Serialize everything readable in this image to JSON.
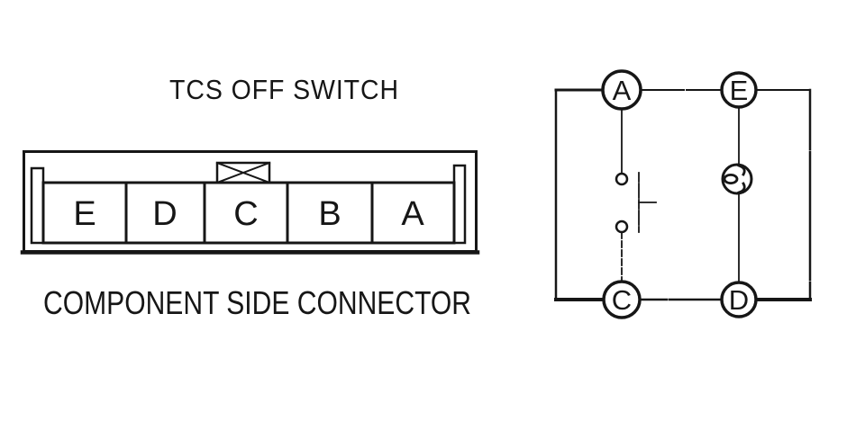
{
  "title": "TCS OFF SWITCH",
  "caption": "COMPONENT SIDE CONNECTOR",
  "colors": {
    "ink": "#161616",
    "background": "#ffffff"
  },
  "connector": {
    "pins": [
      "E",
      "D",
      "C",
      "B",
      "A"
    ],
    "lock_marker": "crossed-box"
  },
  "circuit": {
    "terminals": [
      {
        "label": "A",
        "position": "top-left"
      },
      {
        "label": "E",
        "position": "top-right"
      },
      {
        "label": "C",
        "position": "bottom-left"
      },
      {
        "label": "D",
        "position": "bottom-right"
      }
    ],
    "switch": {
      "symbol": "open-contact-switch",
      "between": [
        "A",
        "C"
      ]
    },
    "bulb": {
      "symbol": "lamp-filament",
      "between": [
        "E",
        "D"
      ]
    }
  }
}
